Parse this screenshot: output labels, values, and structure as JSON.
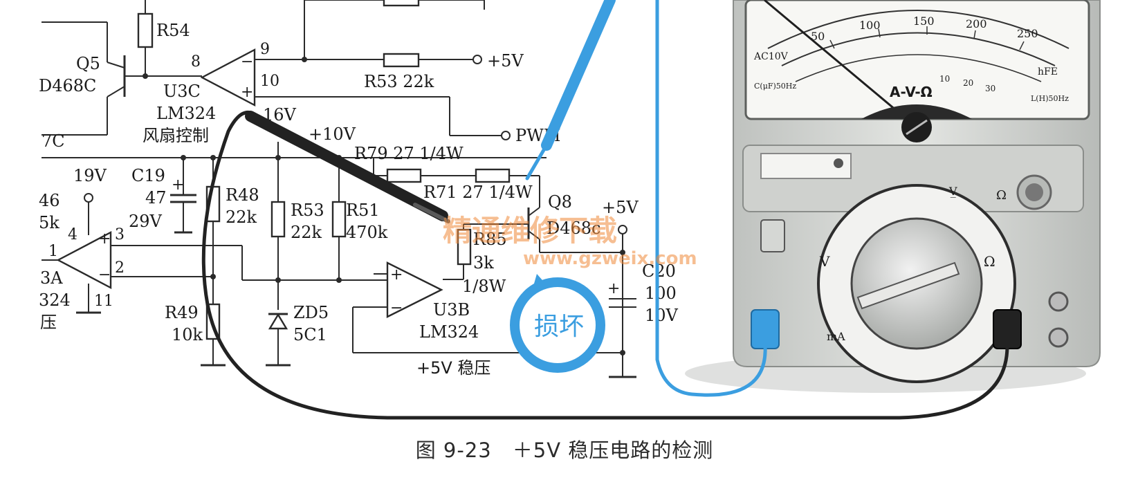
{
  "caption": "图 9-23　＋5V 稳压电路的检测",
  "callout": "损坏",
  "watermark": {
    "title": "精通维修下载",
    "url": "www.gzweix.com"
  },
  "circuit": {
    "resistors": {
      "r54": "R54",
      "r53a": "R53 22k",
      "r79": "R79 27 1/4W",
      "r71": "R71 27 1/4W",
      "r48": "R48",
      "r48v": "22k",
      "r53b": "R53",
      "r53bv": "22k",
      "r51": "R51",
      "r51v": "470k",
      "r85": "R85",
      "r85v": "3k",
      "r85p": "1/8W",
      "r49": "R49",
      "r49v": "10k",
      "r46": "46",
      "r46v": "5k"
    },
    "transistors": {
      "q5": "Q5",
      "q5p": "D468C",
      "q8": "Q8",
      "q8p": "D468c",
      "q7": "7C"
    },
    "opamps": {
      "u3c": "U3C",
      "u3cp": "LM324",
      "u3cd": "风扇控制",
      "u3b": "U3B",
      "u3bp": "LM324",
      "u3bd": "+5V 稳压",
      "u3a": "3A",
      "u3ap": "324",
      "u3ad": "压"
    },
    "pins": {
      "p8": "8",
      "p9": "9",
      "p10": "10",
      "p4": "4",
      "p3": "3",
      "p2": "2",
      "p1": "1",
      "p11": "11"
    },
    "caps": {
      "c19": "C19",
      "c19v": "47",
      "c19vv": "29V",
      "c20": "C20",
      "c20v": "100",
      "c20vv": "10V"
    },
    "diode": {
      "name": "ZD5",
      "part": "5C1"
    },
    "nets": {
      "v5a": "+5V",
      "pwm": "PWM",
      "v16": "16V",
      "v10": "+10V",
      "v19": "19V",
      "v5b": "+5V"
    }
  },
  "meter": {
    "range_label": "A-V-Ω",
    "ac10v": "AC10V",
    "c_label": "C(μF)50Hz",
    "l_label": "L(H)50Hz",
    "hfe": "hFE",
    "top_scale": [
      "50",
      "100",
      "150",
      "200",
      "250"
    ],
    "mid_scale": [
      "10",
      "20",
      "30"
    ],
    "dial_v": "V",
    "dial_ohm": "Ω",
    "dial_ma": "mA",
    "dial_vbar": "V̲",
    "ohm_adj": "Ω"
  },
  "colors": {
    "probe_red_lead": "#3b9ee0",
    "probe_black": "#222222",
    "meter_body": "#d9dbd8"
  }
}
